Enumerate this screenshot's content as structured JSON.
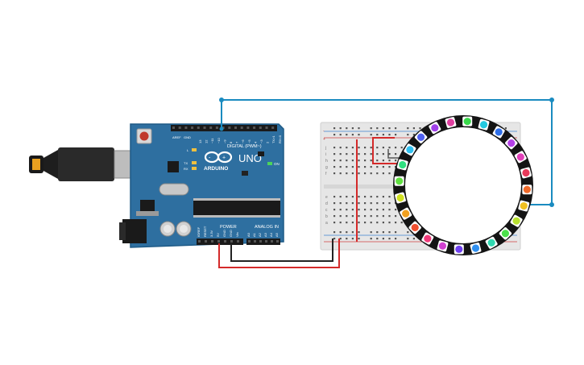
{
  "arduino": {
    "logo_text": "ARDUINO",
    "model_text": "UNO",
    "on_label": "ON",
    "l_label": "L",
    "tx_label": "TX",
    "rx_label": "RX",
    "digital_label": "DIGITAL (PWM~)",
    "power_label": "POWER",
    "analog_label": "ANALOG IN",
    "aref_label": "AREF",
    "gnd_label": "GND",
    "digital_pins": [
      "13",
      "12",
      "~11",
      "~10",
      "~9",
      "8",
      "7",
      "~6",
      "~5",
      "4",
      "~3",
      "2",
      "TX>1",
      "RX<0"
    ],
    "power_pins": [
      "IOREF",
      "RESET",
      "3.3V",
      "5V",
      "GND",
      "GND",
      "Vin"
    ],
    "analog_pins": [
      "A0",
      "A1",
      "A2",
      "A3",
      "A4",
      "A5"
    ]
  },
  "breadboard": {
    "row_letters_top": [
      "j",
      "i",
      "h",
      "g",
      "f"
    ],
    "row_letters_bottom": [
      "e",
      "d",
      "c",
      "b",
      "a"
    ],
    "plus_label": "+",
    "minus_label": "-"
  },
  "neopixel_ring": {
    "led_colors": [
      "#39d94a",
      "#22c9e0",
      "#2f6fe8",
      "#b540e8",
      "#e040b8",
      "#e83a5a",
      "#f06a2a",
      "#f0c020",
      "#b8e030",
      "#4ae04a",
      "#30d8b0",
      "#3090f0",
      "#7040f0",
      "#d040d0",
      "#f03a7a",
      "#f05030",
      "#f0a020",
      "#d0e020",
      "#60e040",
      "#30e080",
      "#30c0f0",
      "#5060f0",
      "#a040e8",
      "#e040a0"
    ]
  },
  "colors": {
    "board_blue": "#2e6fa0",
    "wire_blue": "#1a8bc0",
    "wire_red": "#d42a2a",
    "wire_black": "#222222",
    "ring_black": "#141414"
  }
}
